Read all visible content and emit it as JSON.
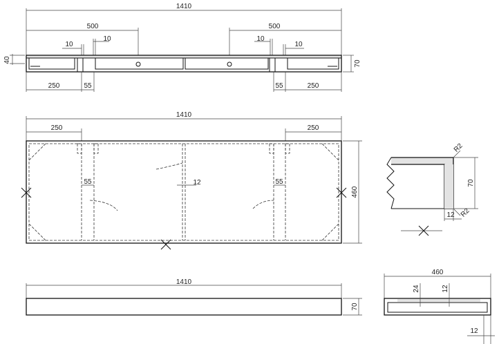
{
  "drawing": {
    "top_view": {
      "overall": "1410",
      "sink_left": "500",
      "sink_right": "500",
      "gap_a": "10",
      "gap_b": "10",
      "gap_c": "10",
      "gap_d": "10",
      "end_left": "250",
      "web_left": "55",
      "web_right": "55",
      "end_right": "250",
      "thickness_left": "40",
      "height_right": "70"
    },
    "plan_view": {
      "overall": "1410",
      "end_left": "250",
      "end_right": "250",
      "rib_left": "55",
      "rib_center": "12",
      "rib_right": "55",
      "depth": "460"
    },
    "detail": {
      "radius_top": "R2",
      "height": "70",
      "radius_bottom": "R2",
      "wall": "12"
    },
    "front_view": {
      "overall": "1410",
      "height": "70"
    },
    "side_view": {
      "overall": "460",
      "offset_24": "24",
      "offset_12": "12",
      "bottom_12": "12"
    }
  }
}
